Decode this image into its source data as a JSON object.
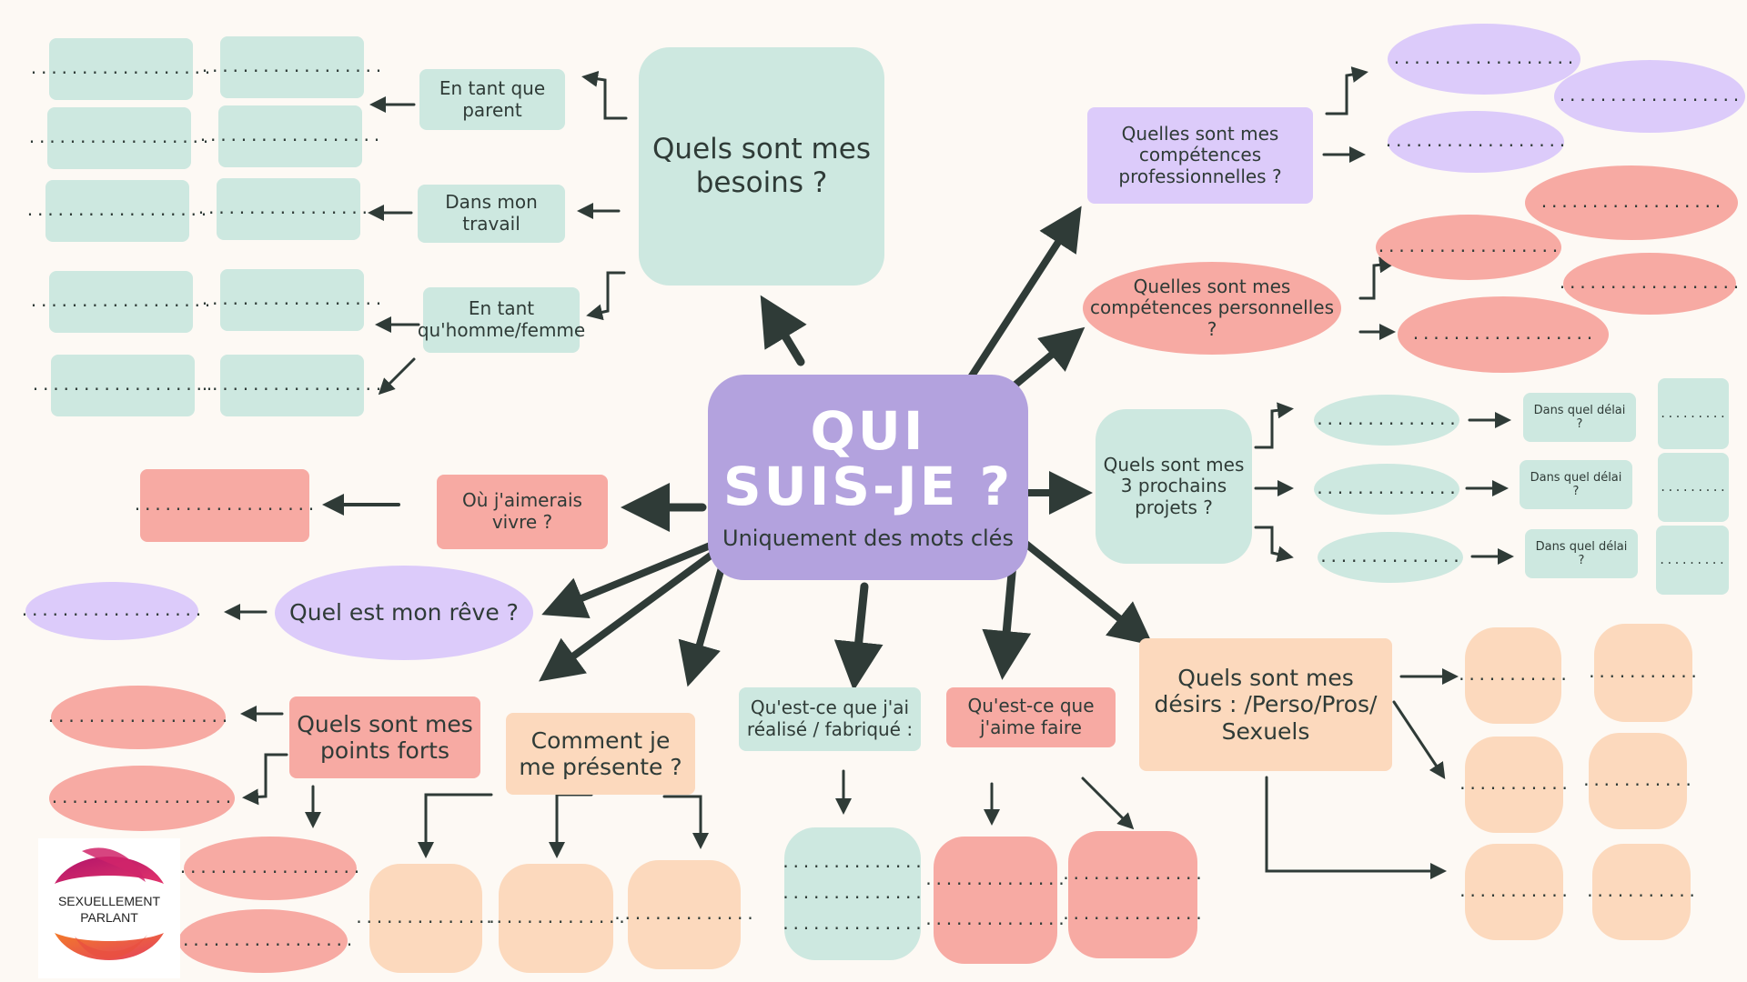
{
  "center": {
    "line1": "QUI",
    "line2": "SUIS-JE ?",
    "subtitle": "Uniquement des mots clés"
  },
  "branches": {
    "besoins": {
      "question": "Quels sont mes besoins ?",
      "parent": "En tant que parent",
      "travail": "Dans mon travail",
      "homme_femme": "En tant qu'homme/femme"
    },
    "pro": {
      "question": "Quelles sont mes compétences professionnelles ?"
    },
    "perso": {
      "question": "Quelles sont mes compétences personnelles ?"
    },
    "projets": {
      "question": "Quels sont mes 3 prochains projets ?",
      "delai1": "Dans quel délai ?",
      "delai2": "Dans quel délai ?",
      "delai3": "Dans quel délai ?"
    },
    "vivre": {
      "question": "Où j'aimerais vivre ?"
    },
    "reve": {
      "question": "Quel est mon rêve ?"
    },
    "forts": {
      "question": "Quels sont mes points forts"
    },
    "presente": {
      "question": "Comment je me présente ?"
    },
    "realise": {
      "question": "Qu'est-ce que j'ai réalisé / fabriqué :"
    },
    "aime": {
      "question": "Qu'est-ce que j'aime faire"
    },
    "desirs": {
      "question": "Quels sont mes désirs : /Perso/Pros/ Sexuels"
    }
  },
  "slots": {
    "long": "..................",
    "mid": "..............",
    "short": "...........",
    "tiny": "........."
  },
  "logo": {
    "line1": "SEXUELLEMENT",
    "line2": "PARLANT"
  },
  "colors": {
    "mint": "#cde8e0",
    "lavender": "#dccbfa",
    "salmon": "#f7aaa3",
    "peach": "#fcd9bd",
    "center": "#b3a2de",
    "ink": "#2f3b37"
  }
}
